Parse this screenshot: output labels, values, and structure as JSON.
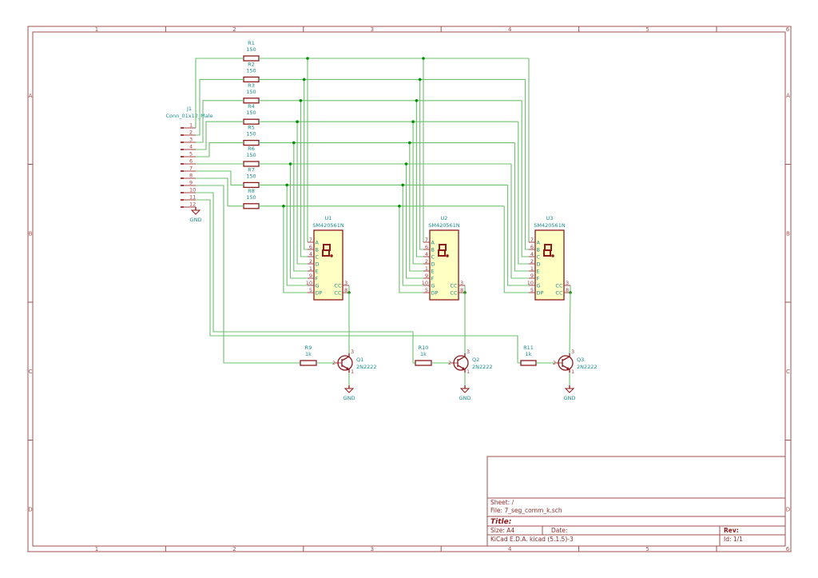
{
  "colors": {
    "wire": "#6cc06c",
    "junction": "#009000",
    "component": "#8c1a1a",
    "text": "#1a8c8c",
    "frame": "#a05050",
    "display_fill": "#ffffc4"
  },
  "frame": {
    "columns": [
      "1",
      "2",
      "3",
      "4",
      "5",
      "6"
    ],
    "rows": [
      "A",
      "B",
      "C",
      "D"
    ]
  },
  "connector": {
    "ref": "J1",
    "value": "Conn_01x12_Male",
    "pins": [
      "1",
      "2",
      "3",
      "4",
      "5",
      "6",
      "7",
      "8",
      "9",
      "10",
      "11",
      "12"
    ]
  },
  "resistors": [
    {
      "ref": "R1",
      "value": "150"
    },
    {
      "ref": "R2",
      "value": "150"
    },
    {
      "ref": "R3",
      "value": "150"
    },
    {
      "ref": "R4",
      "value": "150"
    },
    {
      "ref": "R5",
      "value": "150"
    },
    {
      "ref": "R6",
      "value": "150"
    },
    {
      "ref": "R7",
      "value": "150"
    },
    {
      "ref": "R8",
      "value": "150"
    }
  ],
  "displays": [
    {
      "ref": "U1",
      "value": "SM420561N"
    },
    {
      "ref": "U2",
      "value": "SM420561N"
    },
    {
      "ref": "U3",
      "value": "SM420561N"
    }
  ],
  "display_pins": {
    "left": [
      {
        "num": "7",
        "name": "A"
      },
      {
        "num": "6",
        "name": "B"
      },
      {
        "num": "4",
        "name": "C"
      },
      {
        "num": "2",
        "name": "D"
      },
      {
        "num": "1",
        "name": "E"
      },
      {
        "num": "9",
        "name": "F"
      },
      {
        "num": "10",
        "name": "G"
      },
      {
        "num": "5",
        "name": "DP"
      }
    ],
    "right": [
      {
        "num": "3",
        "name": "CC"
      },
      {
        "num": "8",
        "name": "CC"
      }
    ]
  },
  "drivers": [
    {
      "res_ref": "R9",
      "res_value": "1k",
      "q_ref": "Q1",
      "q_value": "2N2222"
    },
    {
      "res_ref": "R10",
      "res_value": "1k",
      "q_ref": "Q2",
      "q_value": "2N2222"
    },
    {
      "res_ref": "R11",
      "res_value": "1k",
      "q_ref": "Q3",
      "q_value": "2N2222"
    }
  ],
  "transistor_pins": {
    "base": "2",
    "collector": "3",
    "emitter": "1"
  },
  "gnd_label": "GND",
  "title_block": {
    "sheet": "Sheet: /",
    "file": "File: 7_seg_comm_k.sch",
    "title": "Title:",
    "size": "Size: A4",
    "date": "Date:",
    "rev": "Rev:",
    "tool": "KiCad E.D.A.  kicad (5.1.5)-3",
    "id": "Id: 1/1"
  }
}
